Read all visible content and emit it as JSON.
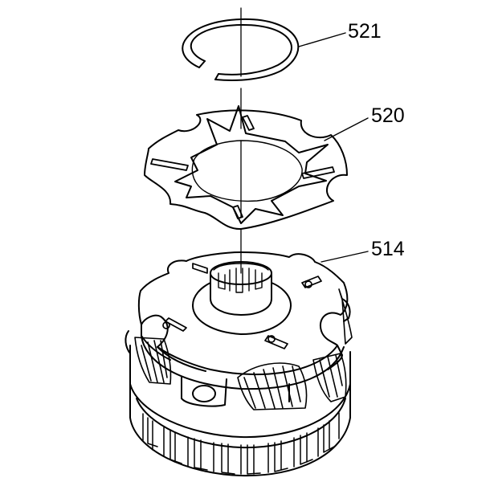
{
  "diagram": {
    "callouts": [
      {
        "id": "521",
        "label": "521",
        "part": "retaining-ring"
      },
      {
        "id": "520",
        "label": "520",
        "part": "thrust-washer"
      },
      {
        "id": "514",
        "label": "514",
        "part": "planetary-carrier-assembly"
      }
    ]
  },
  "colors": {
    "line": "#000000",
    "background": "#ffffff"
  }
}
